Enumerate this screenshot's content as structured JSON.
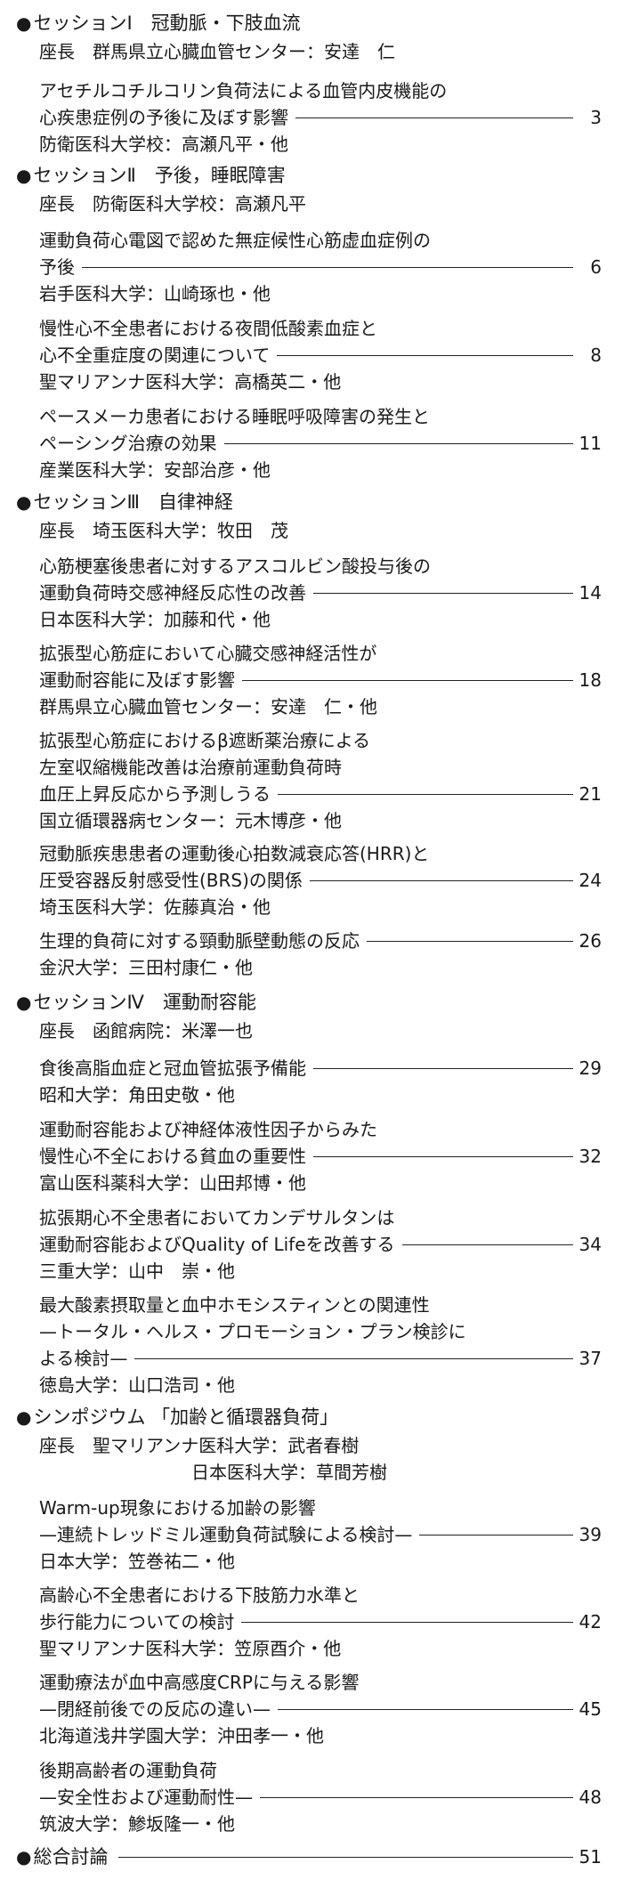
{
  "sessions": [
    {
      "title": "セッションⅠ　冠動脈・下肢血流",
      "chair": "座長　群馬県立心臓血管センター：安達　仁",
      "papers": [
        {
          "lines": [
            "アセチルコチルコリン負荷法による血管内皮機能の",
            "心疾患症例の予後に及ぼす影響"
          ],
          "author": "防衛医科大学校：高瀬凡平・他",
          "page": "3"
        }
      ]
    },
    {
      "title": "セッションⅡ　予後，睡眠障害",
      "chair": "座長　防衛医科大学校：高瀬凡平",
      "papers": [
        {
          "lines": [
            "運動負荷心電図で認めた無症候性心筋虚血症例の",
            "予後"
          ],
          "author": "岩手医科大学：山崎琢也・他",
          "page": "6"
        },
        {
          "lines": [
            "慢性心不全患者における夜間低酸素血症と",
            "心不全重症度の関連について"
          ],
          "author": "聖マリアンナ医科大学：高橋英二・他",
          "page": "8"
        },
        {
          "lines": [
            "ペースメーカ患者における睡眠呼吸障害の発生と",
            "ペーシング治療の効果"
          ],
          "author": "産業医科大学：安部治彦・他",
          "page": "11"
        }
      ]
    },
    {
      "title": "セッションⅢ　自律神経",
      "chair": "座長　埼玉医科大学：牧田　茂",
      "papers": [
        {
          "lines": [
            "心筋梗塞後患者に対するアスコルビン酸投与後の",
            "運動負荷時交感神経反応性の改善"
          ],
          "author": "日本医科大学：加藤和代・他",
          "page": "14"
        },
        {
          "lines": [
            "拡張型心筋症において心臓交感神経活性が",
            "運動耐容能に及ぼす影響"
          ],
          "author": "群馬県立心臓血管センター：安達　仁・他",
          "page": "18"
        },
        {
          "lines": [
            "拡張型心筋症におけるβ遮断薬治療による",
            "左室収縮機能改善は治療前運動負荷時",
            "血圧上昇反応から予測しうる"
          ],
          "author": "国立循環器病センター：元木博彦・他",
          "page": "21"
        },
        {
          "lines": [
            "冠動脈疾患患者の運動後心拍数減衰応答(HRR)と",
            "圧受容器反射感受性(BRS)の関係"
          ],
          "author": "埼玉医科大学：佐藤真治・他",
          "page": "24"
        },
        {
          "lines": [
            "生理的負荷に対する頸動脈壁動態の反応"
          ],
          "author": "金沢大学：三田村康仁・他",
          "page": "26"
        }
      ]
    },
    {
      "title": "セッションⅣ　運動耐容能",
      "chair": "座長　函館病院：米澤一也",
      "papers": [
        {
          "lines": [
            "食後高脂血症と冠血管拡張予備能"
          ],
          "author": "昭和大学：角田史敬・他",
          "page": "29"
        },
        {
          "lines": [
            "運動耐容能および神経体液性因子からみた",
            "慢性心不全における貧血の重要性"
          ],
          "author": "富山医科薬科大学：山田邦博・他",
          "page": "32"
        },
        {
          "lines": [
            "拡張期心不全患者においてカンデサルタンは",
            "運動耐容能およびQuality of Lifeを改善する"
          ],
          "author": "三重大学：山中　崇・他",
          "page": "34"
        },
        {
          "lines": [
            "最大酸素摂取量と血中ホモシスティンとの関連性",
            "—トータル・ヘルス・プロモーション・プラン検診に",
            "よる検討—"
          ],
          "author": "徳島大学：山口浩司・他",
          "page": "37"
        }
      ]
    },
    {
      "title": "シンポジウム 「加齢と循環器負荷」",
      "chair": "座長　聖マリアンナ医科大学：武者春樹",
      "chair2": "日本医科大学：草間芳樹",
      "papers": [
        {
          "lines": [
            "Warm-up現象における加齢の影響",
            "—連続トレッドミル運動負荷試験による検討—"
          ],
          "author": "日本大学：笠巻祐二・他",
          "page": "39"
        },
        {
          "lines": [
            "高齢心不全患者における下肢筋力水準と",
            "歩行能力についての検討"
          ],
          "author": "聖マリアンナ医科大学：笠原酉介・他",
          "page": "42"
        },
        {
          "lines": [
            "運動療法が血中高感度CRPに与える影響",
            "—閉経前後での反応の違い—"
          ],
          "author": "北海道浅井学園大学：沖田孝一・他",
          "page": "45"
        },
        {
          "lines": [
            "後期高齢者の運動負荷",
            "—安全性および運動耐性—"
          ],
          "author": "筑波大学：鯵坂隆一・他",
          "page": "48"
        }
      ]
    }
  ],
  "final": {
    "title": "総合討論",
    "page": "51"
  }
}
